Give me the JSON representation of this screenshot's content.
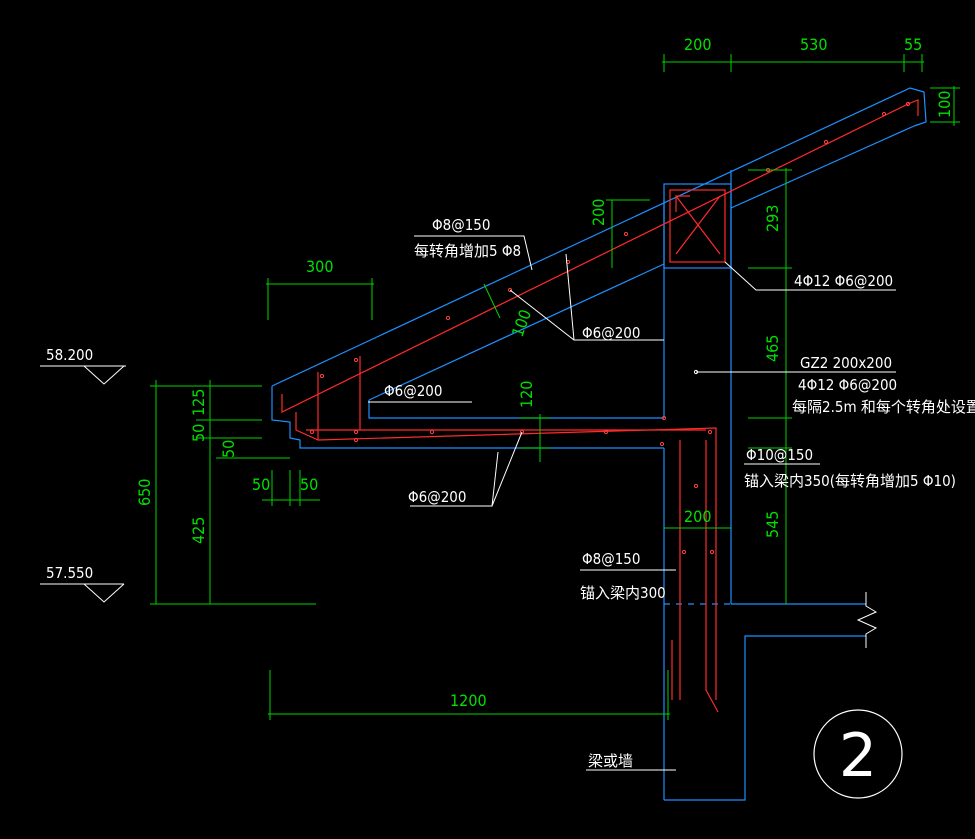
{
  "dimensions": {
    "top_200": "200",
    "top_530": "530",
    "top_55": "55",
    "right_100": "100",
    "d_200_slope": "200",
    "d_293": "293",
    "d_300": "300",
    "d_100_slope": "100",
    "d_465": "465",
    "d_120": "120",
    "d_125": "125",
    "d_50a": "50",
    "d_50b": "50",
    "d_650": "650",
    "d_425": "425",
    "d_50c": "50",
    "d_50d": "50",
    "d_200_wall": "200",
    "d_545": "545",
    "d_1200": "1200"
  },
  "elevations": {
    "top": "58.200",
    "bottom": "57.550"
  },
  "annotations": {
    "slope_rebar": "Φ8@150",
    "slope_rebar_note": "每转角增加5 Φ8",
    "stirrup_slope": "Φ6@200",
    "stirrup_mid": "Φ6@200",
    "stirrup_bottom": "Φ6@200",
    "beam_rebar": "4Φ12  Φ6@200",
    "gz_title": "GZ2  200x200",
    "gz_rebar": "4Φ12  Φ6@200",
    "gz_note": "每隔2.5m 和每个转角处设置",
    "phi10": "Φ10@150",
    "phi10_note": "锚入梁内350(每转角增加5 Φ10)",
    "phi8_wall": "Φ8@150",
    "phi8_wall_note": "锚入梁内300",
    "wall_label": "梁或墙"
  },
  "detail_number": "2"
}
